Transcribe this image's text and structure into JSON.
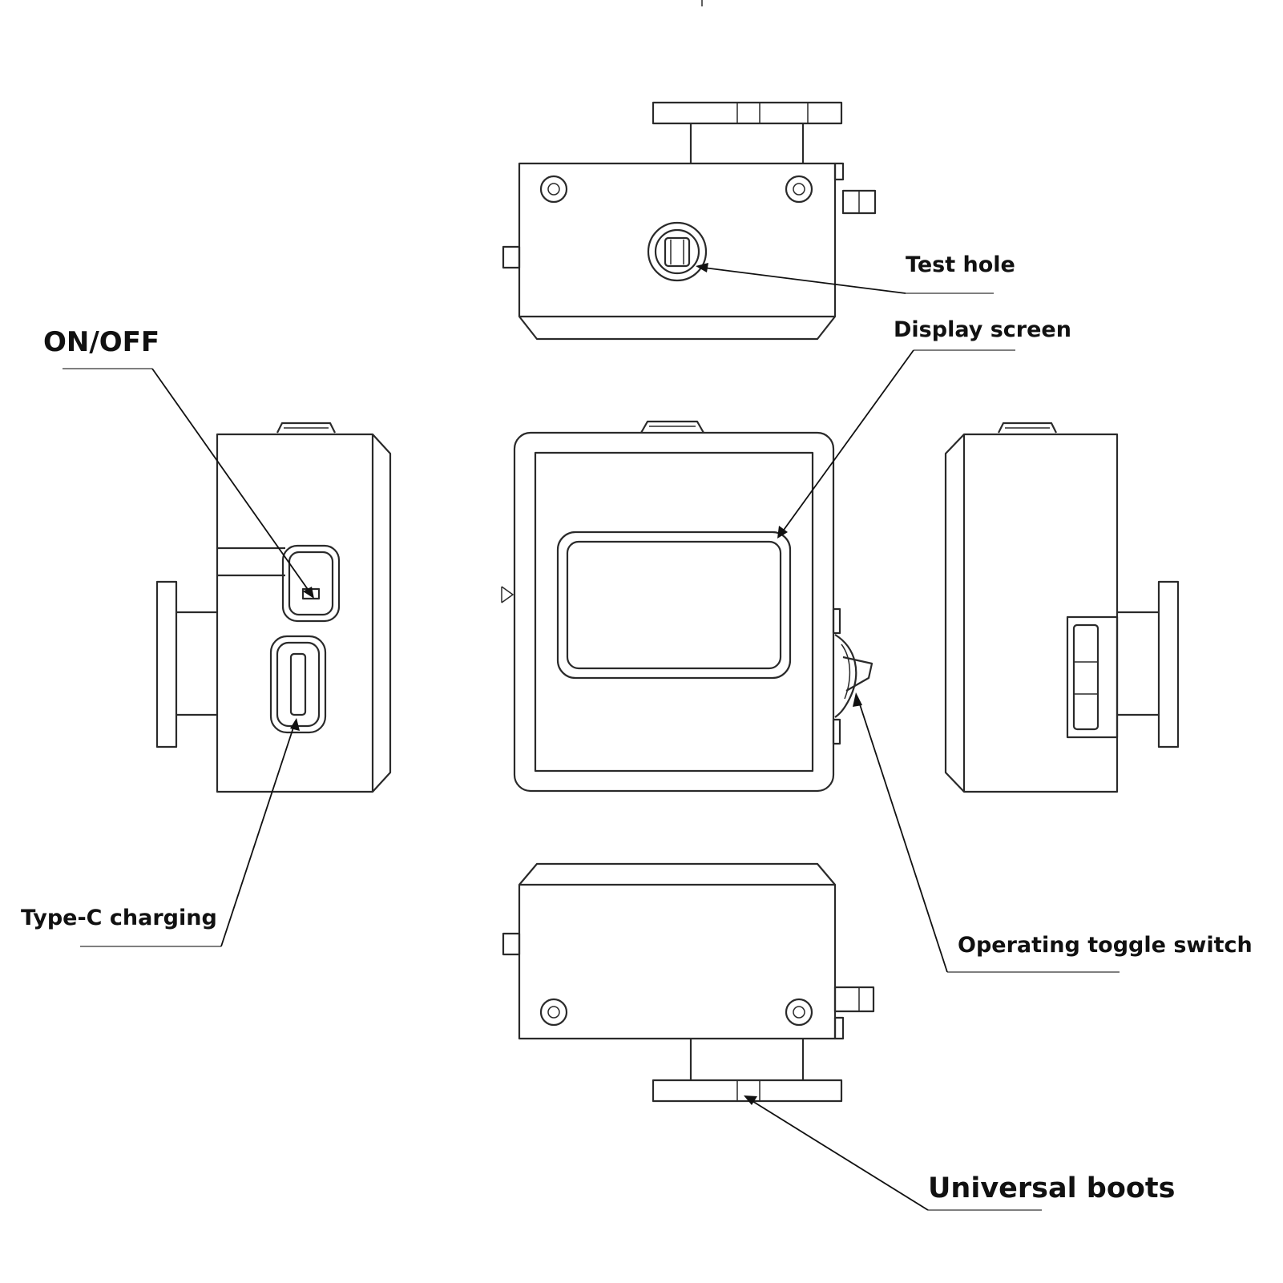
{
  "labels": {
    "test_hole": "Test hole",
    "display_screen": "Display screen",
    "on_off": "ON/OFF",
    "type_c_charging": "Type-C charging",
    "operating_toggle_switch": "Operating toggle switch",
    "universal_boots": "Universal boots"
  },
  "colors": {
    "line": "#2a2a2a",
    "text": "#111111",
    "background": "#ffffff"
  }
}
